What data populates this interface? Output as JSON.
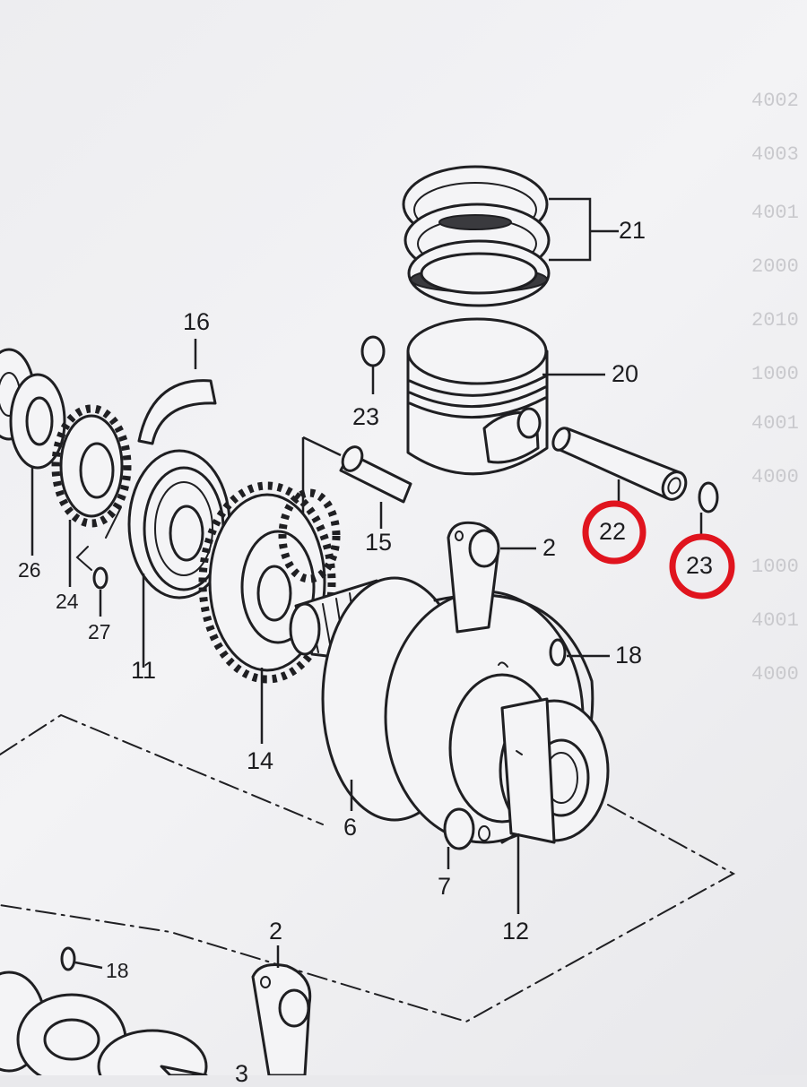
{
  "colors": {
    "paper": "#efeff2",
    "ink": "#1f1f22",
    "highlight": "#e0141e"
  },
  "parts": {
    "p21": "21",
    "p20": "20",
    "p23a": "23",
    "p16": "16",
    "p15": "15",
    "p2a": "2",
    "p18a": "18",
    "p26": "26",
    "p24": "24",
    "p27": "27",
    "p11": "11",
    "p14": "14",
    "p6": "6",
    "p7": "7",
    "p12": "12",
    "p18b": "18",
    "p2b": "2",
    "p3": "3"
  },
  "highlighted": {
    "p22": "22",
    "p23b": "23"
  },
  "background_codes": [
    "4002",
    "4003",
    "4001",
    "2000",
    "2010",
    "1000",
    "4001",
    "4000",
    "1000",
    "4001",
    "4000"
  ]
}
